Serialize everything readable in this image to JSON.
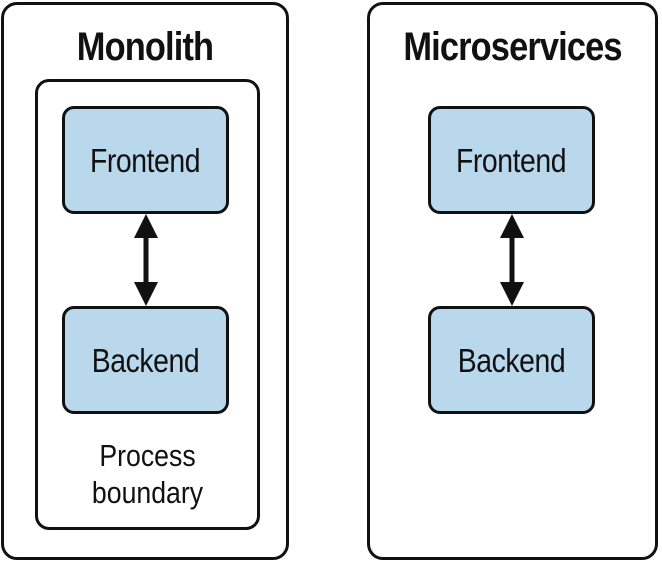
{
  "monolith": {
    "title": "Monolith",
    "frontend_label": "Frontend",
    "backend_label": "Backend",
    "process_label_line1": "Process",
    "process_label_line2": "boundary"
  },
  "microservices": {
    "title": "Microservices",
    "frontend_label": "Frontend",
    "backend_label": "Backend"
  },
  "colors": {
    "box_fill": "#b9d8ec",
    "stroke": "#111111"
  }
}
